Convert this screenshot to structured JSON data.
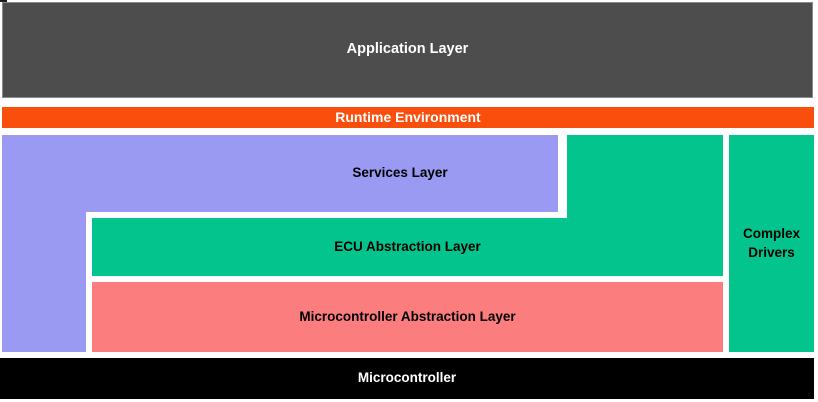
{
  "diagram": {
    "layers": {
      "application": {
        "label": "Application Layer"
      },
      "runtime": {
        "label": "Runtime Environment"
      },
      "services": {
        "label": "Services Layer"
      },
      "ecu_abstraction": {
        "label": "ECU Abstraction Layer"
      },
      "mcal": {
        "label": "Microcontroller Abstraction Layer"
      },
      "complex_drivers": {
        "label": "Complex\nDrivers"
      },
      "microcontroller": {
        "label": "Microcontroller"
      }
    },
    "colors": {
      "application": "#4D4D4D",
      "application_border": "#8A8A8A",
      "runtime": "#FA4E0C",
      "services": "#9A9AF2",
      "ecu_abstraction": "#03C48C",
      "mcal": "#FB7D7D",
      "complex_drivers": "#03C48C",
      "microcontroller": "#000000",
      "background": "#FFFFFF",
      "label_dark": "#000000",
      "label_light": "#FFFFFF"
    }
  }
}
